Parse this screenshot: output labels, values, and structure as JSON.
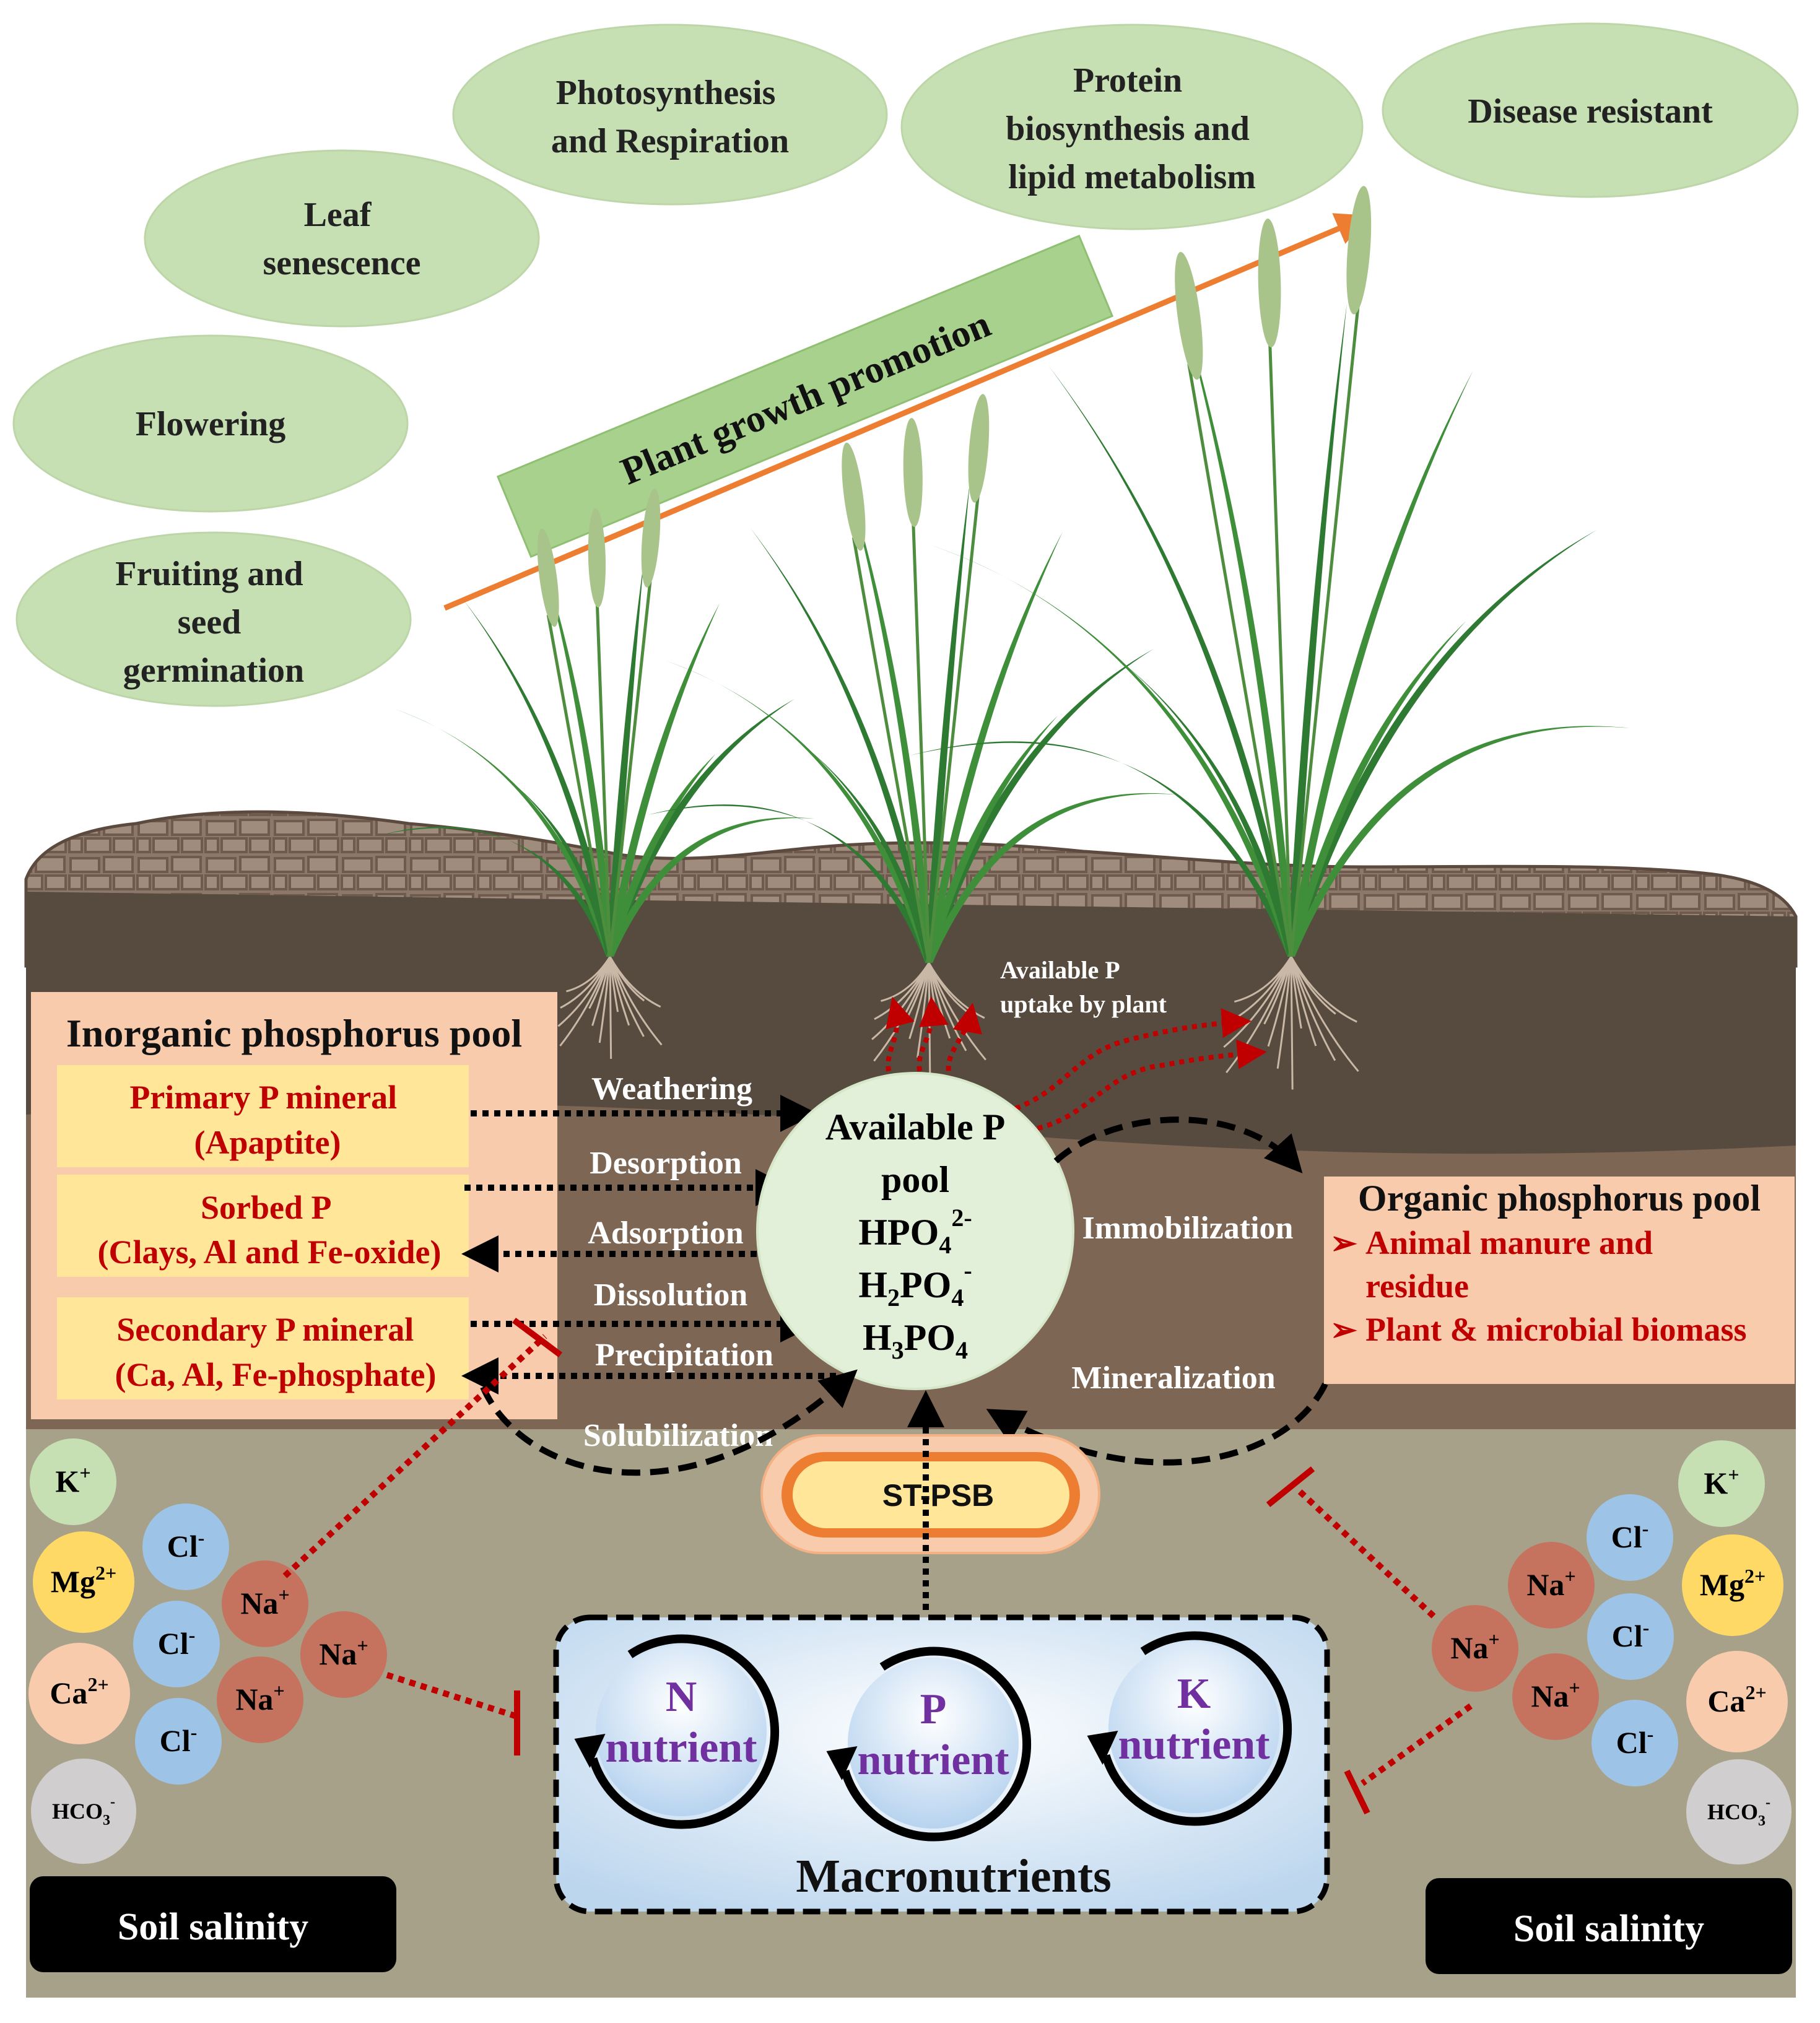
{
  "top_processes": {
    "fruiting": [
      "Fruiting and",
      "seed",
      "germination"
    ],
    "flowering": [
      "Flowering"
    ],
    "leaf": [
      "Leaf",
      "senescence"
    ],
    "photo": [
      "Photosynthesis",
      "and Respiration"
    ],
    "protein": [
      "Protein",
      "biosynthesis and",
      "lipid metabolism"
    ],
    "disease": [
      "Disease resistant"
    ]
  },
  "growth_banner": "Plant growth promotion",
  "uptake_label": [
    "Available P",
    "uptake by plant"
  ],
  "inorganic_pool": {
    "title": "Inorganic phosphorus pool",
    "primary": [
      "Primary P mineral",
      "(Apaptite)"
    ],
    "sorbed": [
      "Sorbed P",
      "(Clays, Al and Fe-oxide)"
    ],
    "secondary": [
      "Secondary P mineral",
      "(Ca, Al, Fe-phosphate)"
    ]
  },
  "processes": {
    "weathering": "Weathering",
    "desorption": "Desorption",
    "adsorption": "Adsorption",
    "dissolution": "Dissolution",
    "precipitation": "Precipitation",
    "solubilization": "Solubilization",
    "immobilization": "Immobilization",
    "mineralization": "Mineralization"
  },
  "available_pool": {
    "line1": "Available P",
    "line2": "pool",
    "hpo4": {
      "base": "HPO",
      "sub": "4",
      "sup": "2-"
    },
    "h2po4": {
      "h": "H",
      "sub1": "2",
      "po": "PO",
      "sub2": "4",
      "sup": "-"
    },
    "h3po4": {
      "h": "H",
      "sub1": "3",
      "po": "PO",
      "sub2": "4"
    }
  },
  "organic_pool": {
    "title": "Organic phosphorus pool",
    "item1": [
      "Animal manure and",
      "residue"
    ],
    "item2": "Plant & microbial biomass",
    "bullet": "➢"
  },
  "bacteria": "ST-PSB",
  "macronutrients": {
    "title": "Macronutrients",
    "n": [
      "N",
      "nutrient"
    ],
    "p": [
      "P",
      "nutrient"
    ],
    "k": [
      "K",
      "nutrient"
    ]
  },
  "ions": {
    "k": {
      "base": "K",
      "sup": "+"
    },
    "mg": {
      "base": "Mg",
      "sup": "2+"
    },
    "ca": {
      "base": "Ca",
      "sup": "2+"
    },
    "hco3": {
      "base": "HCO",
      "sub": "3",
      "sup": "-"
    },
    "cl": {
      "base": "Cl",
      "sup": "-"
    },
    "na": {
      "base": "Na",
      "sup": "+"
    }
  },
  "salinity_label": "Soil salinity",
  "colors": {
    "ellipse_green": "#c6e0b4",
    "banner_green": "#a9d18e",
    "arrow_orange": "#ed7d31",
    "pool_peach": "#f8cbad",
    "pool_yellow": "#ffe699",
    "red_text": "#c00000",
    "soil_bottom": "#a8a18a",
    "macro_blue": "#dae8f6",
    "nutrient_purple": "#7030a0"
  }
}
